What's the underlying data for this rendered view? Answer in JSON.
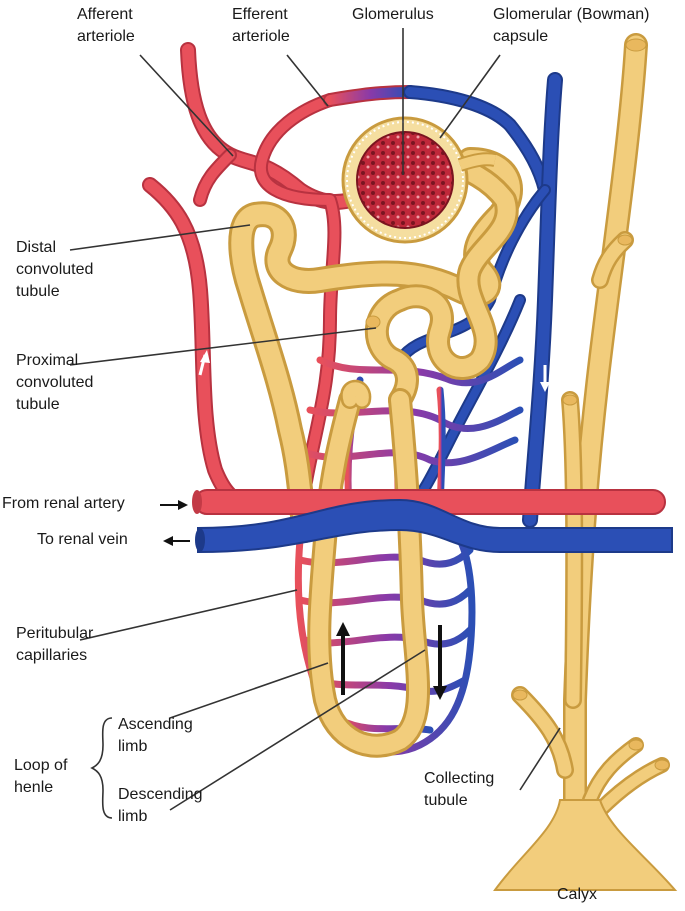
{
  "labels": {
    "afferent_arteriole": "Afferent\narteriole",
    "efferent_arteriole": "Efferent\narteriole",
    "glomerulus": "Glomerulus",
    "glomerular_capsule": "Glomerular (Bowman)\ncapsule",
    "distal_tubule": "Distal\nconvoluted\ntubule",
    "proximal_tubule": "Proximal\nconvoluted\ntubule",
    "from_renal_artery": "From renal artery",
    "to_renal_vein": "To renal vein",
    "peritubular_capillaries": "Peritubular\ncapillaries",
    "ascending_limb": "Ascending\nlimb",
    "descending_limb": "Descending\nlimb",
    "loop_of_henle": "Loop of\nhenle",
    "collecting_tubule": "Collecting\ntubule",
    "calyx": "Calyx"
  },
  "colors": {
    "artery": "#e8505b",
    "vein": "#2b4fb5",
    "tubule": "#f2cd7c",
    "tubule_outline": "#c99b3f",
    "capillary_mix": "#7a3aa8",
    "glomerulus": "#a01e2a"
  }
}
